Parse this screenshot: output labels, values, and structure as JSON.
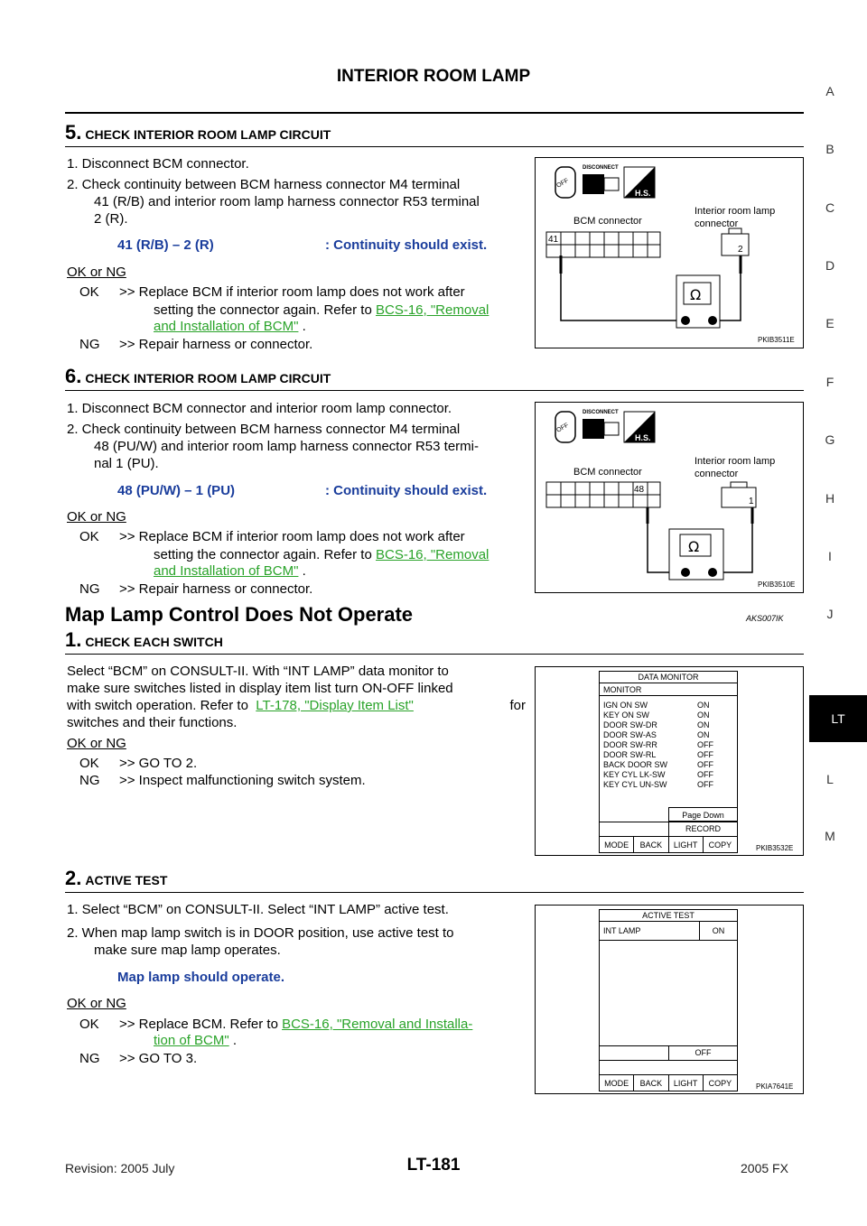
{
  "header": {
    "title": "INTERIOR ROOM LAMP"
  },
  "side_index": {
    "letters": [
      "A",
      "B",
      "C",
      "D",
      "E",
      "F",
      "G",
      "H",
      "I",
      "J",
      "L",
      "M"
    ],
    "active": "LT"
  },
  "step5": {
    "num": "5.",
    "title": "CHECK INTERIOR ROOM LAMP CIRCUIT",
    "line1": "1.  Disconnect BCM connector.",
    "line2a": "2.  Check continuity between BCM harness connector M4 terminal",
    "line2b": "41 (R/B) and interior room lamp harness connector R53 terminal",
    "line2c": "2 (R).",
    "spec_left": "41 (R/B) – 2 (R)",
    "spec_right": ": Continuity should exist.",
    "okng": "OK or NG",
    "ok_label": "OK",
    "ok_a": ">> Replace BCM if interior room lamp does not work after",
    "ok_b": "setting the connector again. Refer to",
    "ok_link1": "BCS-16, \"Removal",
    "ok_link2": "and Installation of BCM\"",
    "ok_end": ".",
    "ng_label": "NG",
    "ng_text": ">> Repair harness or connector.",
    "fig": {
      "disconnect": "DISCONNECT",
      "off": "OFF",
      "hs": "H.S.",
      "bcm": "BCM connector",
      "lamp1": "Interior room lamp",
      "lamp2": "connector",
      "term_a": "41",
      "term_b": "2",
      "ohm": "Ω",
      "code": "PKIB3511E"
    }
  },
  "step6": {
    "num": "6.",
    "title": "CHECK INTERIOR ROOM LAMP CIRCUIT",
    "line1": "1.  Disconnect BCM connector and interior room lamp connector.",
    "line2a": "2.  Check continuity between BCM harness connector M4 terminal",
    "line2b": "48 (PU/W) and interior room lamp harness connector R53 termi-",
    "line2c": "nal 1 (PU).",
    "spec_left": "48 (PU/W) – 1 (PU)",
    "spec_right": ": Continuity should exist.",
    "okng": "OK or NG",
    "ok_label": "OK",
    "ok_a": ">> Replace BCM if interior room lamp does not work after",
    "ok_b": "setting the connector again. Refer to",
    "ok_link1": "BCS-16, \"Removal",
    "ok_link2": "and Installation of BCM\"",
    "ok_end": ".",
    "ng_label": "NG",
    "ng_text": ">> Repair harness or connector.",
    "fig": {
      "disconnect": "DISCONNECT",
      "off": "OFF",
      "hs": "H.S.",
      "bcm": "BCM connector",
      "lamp1": "Interior room lamp",
      "lamp2": "connector",
      "term_a": "48",
      "term_b": "1",
      "ohm": "Ω",
      "code": "PKIB3510E"
    }
  },
  "section": {
    "title": "Map Lamp Control Does Not Operate",
    "code": "AKS007IK"
  },
  "step1": {
    "num": "1.",
    "title": "CHECK EACH SWITCH",
    "p1": "Select “BCM” on CONSULT-II. With “INT LAMP” data monitor to",
    "p2": "make sure switches listed in display item list turn ON-OFF linked",
    "p3a": "with switch operation. Refer to",
    "p3link": "LT-178, \"Display Item List\"",
    "p3b": "for",
    "p4": "switches and their functions.",
    "okng": "OK or NG",
    "ok_label": "OK",
    "ok_text": ">> GO TO 2.",
    "ng_label": "NG",
    "ng_text": ">> Inspect malfunctioning switch system.",
    "screen": {
      "title": "DATA MONITOR",
      "sub": "MONITOR",
      "rows": [
        {
          "name": "IGN ON SW",
          "value": "ON"
        },
        {
          "name": "KEY ON SW",
          "value": "ON"
        },
        {
          "name": "DOOR SW-DR",
          "value": "ON"
        },
        {
          "name": "DOOR SW-AS",
          "value": "ON"
        },
        {
          "name": "DOOR SW-RR",
          "value": "OFF"
        },
        {
          "name": "DOOR SW-RL",
          "value": "OFF"
        },
        {
          "name": "BACK DOOR SW",
          "value": "OFF"
        },
        {
          "name": "KEY CYL LK-SW",
          "value": "OFF"
        },
        {
          "name": "KEY CYL UN-SW",
          "value": "OFF"
        }
      ],
      "page_down": "Page Down",
      "record": "RECORD",
      "buttons": [
        "MODE",
        "BACK",
        "LIGHT",
        "COPY"
      ],
      "code": "PKIB3532E"
    }
  },
  "step2": {
    "num": "2.",
    "title": "ACTIVE TEST",
    "line1": "1.  Select “BCM” on CONSULT-II. Select “INT LAMP” active test.",
    "line2a": "2.  When map lamp switch is in DOOR position, use active test to",
    "line2b": "make sure map lamp operates.",
    "spec": "Map lamp should operate.",
    "okng": "OK or NG",
    "ok_label": "OK",
    "ok_a": ">> Replace BCM. Refer to",
    "ok_link1": "BCS-16, \"Removal and Installa-",
    "ok_link2": "tion of BCM\"",
    "ok_end": ".",
    "ng_label": "NG",
    "ng_text": ">> GO TO 3.",
    "screen": {
      "title": "ACTIVE TEST",
      "item": "INT LAMP",
      "value": "ON",
      "off": "OFF",
      "buttons": [
        "MODE",
        "BACK",
        "LIGHT",
        "COPY"
      ],
      "code": "PKIA7641E"
    }
  },
  "footer": {
    "revision": "Revision: 2005 July",
    "page": "LT-181",
    "model": "2005 FX"
  }
}
